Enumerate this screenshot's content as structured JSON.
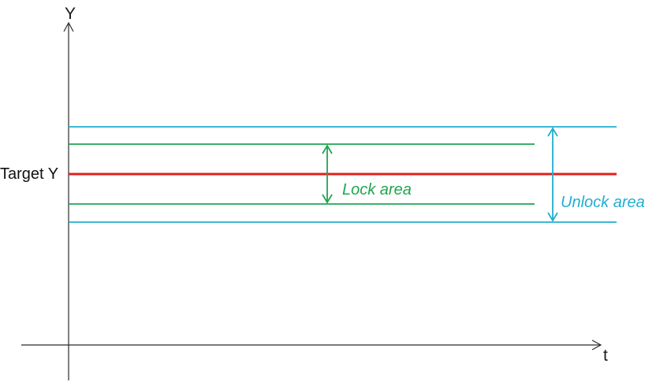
{
  "labels": {
    "y_axis": "Y",
    "x_axis": "t",
    "target": "Target Y",
    "lock_area": "Lock area",
    "unlock_area": "Unlock area"
  },
  "colors": {
    "axis": "#2b2b2b",
    "target_line": "#e0201c",
    "lock_band": "#1fa550",
    "unlock_band": "#22aed0",
    "lock_text": "#1fa550",
    "unlock_text": "#22aed0"
  }
}
